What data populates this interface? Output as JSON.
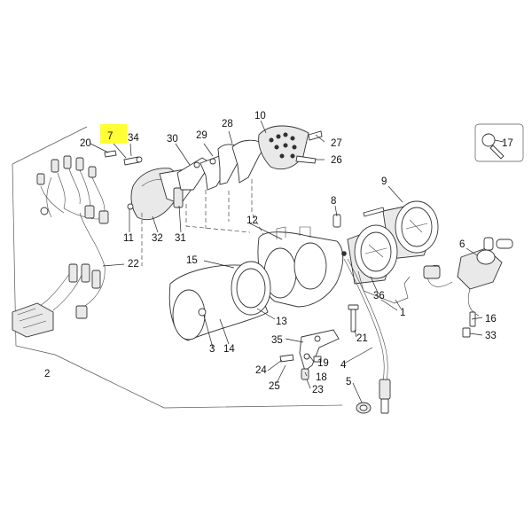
{
  "highlight": {
    "label": "7",
    "color": "#ffff33"
  },
  "callouts": {
    "c1": "1",
    "c2": "2",
    "c3": "3",
    "c4": "4",
    "c5": "5",
    "c6": "6",
    "c8": "8",
    "c9": "9",
    "c10": "10",
    "c11": "11",
    "c12": "12",
    "c13": "13",
    "c14": "14",
    "c15": "15",
    "c16": "16",
    "c17": "17",
    "c18": "18",
    "c19": "19",
    "c20": "20",
    "c21": "21",
    "c22": "22",
    "c23": "23",
    "c24": "24",
    "c25": "25",
    "c26": "26",
    "c27": "27",
    "c28": "28",
    "c29": "29",
    "c30": "30",
    "c31": "31",
    "c32": "32",
    "c33": "33",
    "c34": "34",
    "c35": "35",
    "c36": "36"
  }
}
